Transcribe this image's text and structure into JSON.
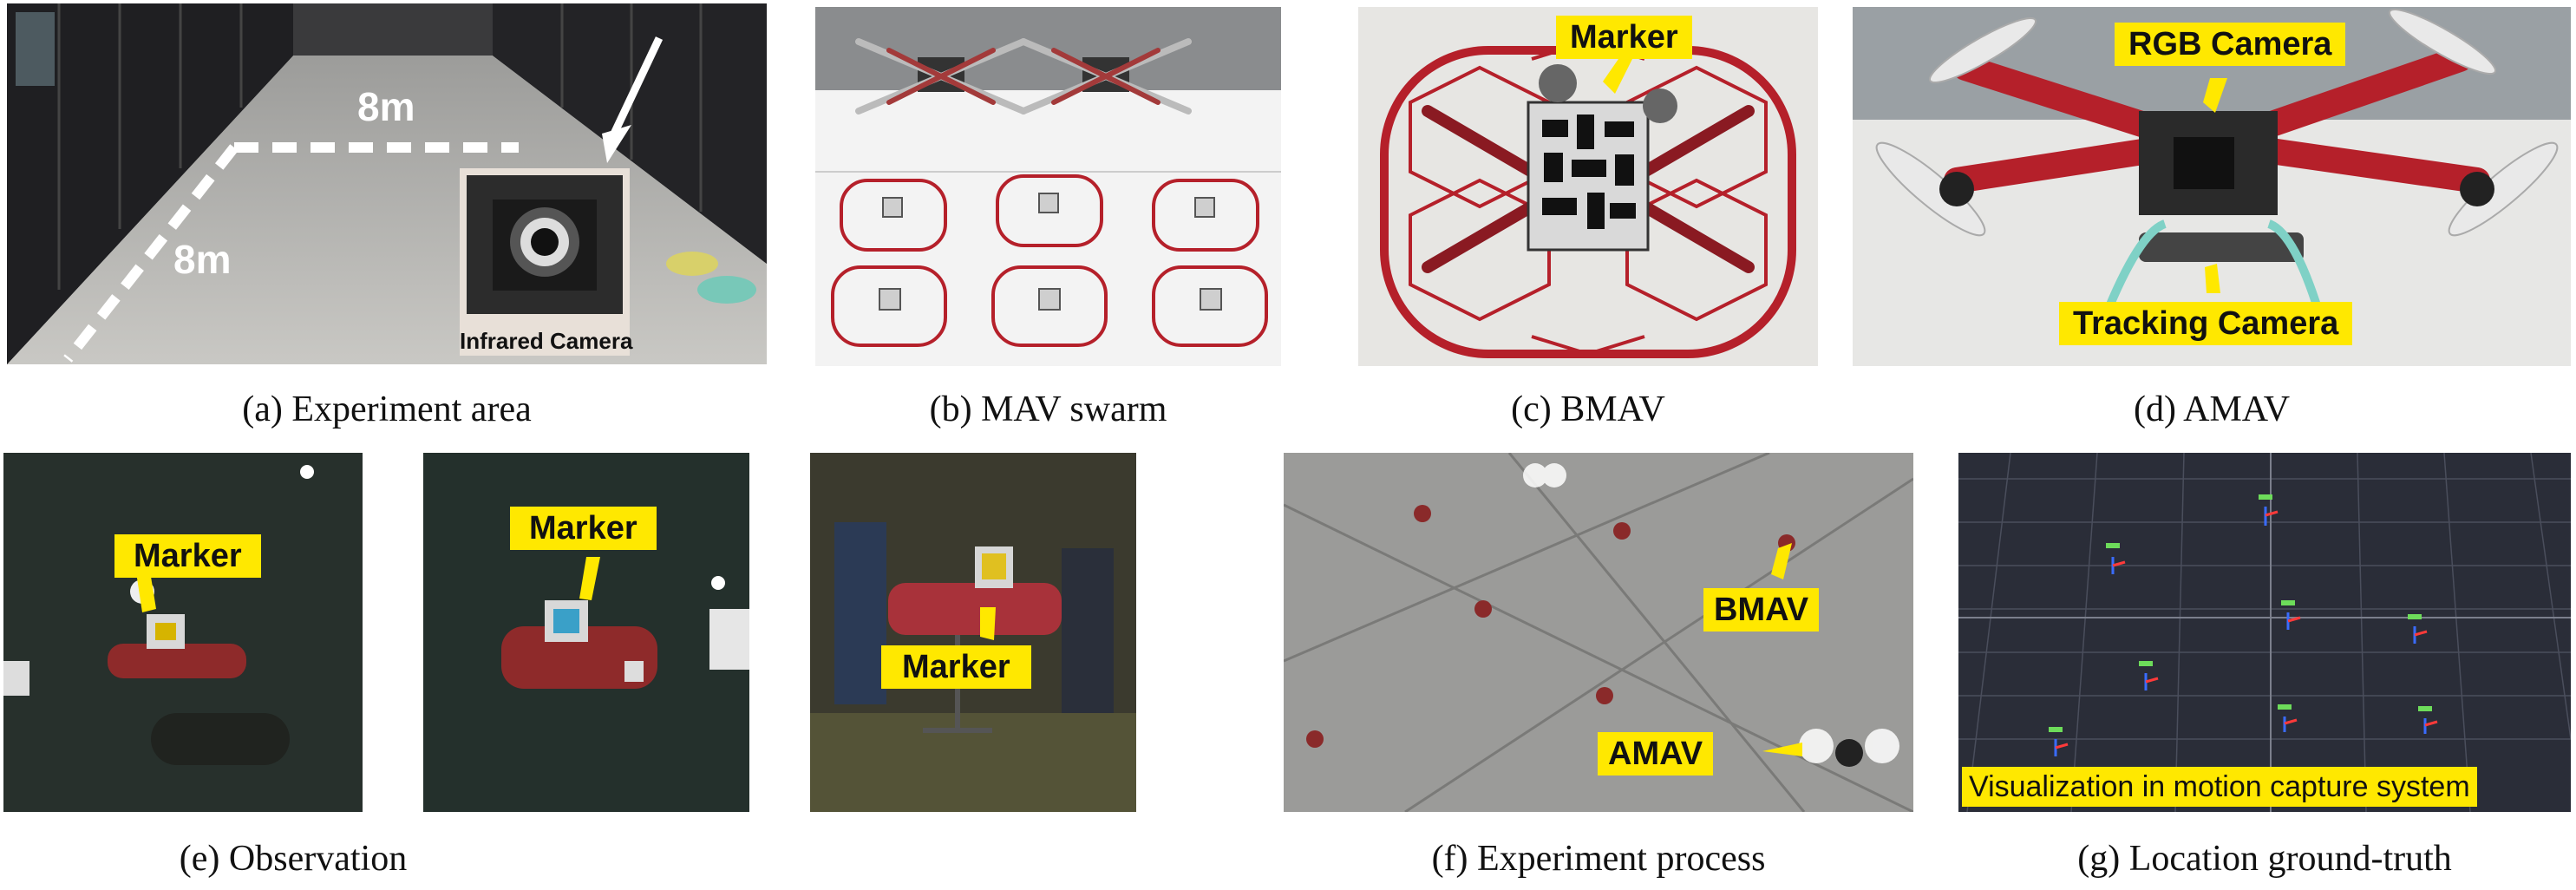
{
  "panels": {
    "a": {
      "caption": "(a) Experiment area",
      "dimension_width": "8m",
      "dimension_depth": "8m",
      "inset_label": "Infrared Camera"
    },
    "b": {
      "caption": "(b) MAV swarm"
    },
    "c": {
      "caption": "(c) BMAV",
      "label_marker": "Marker"
    },
    "d": {
      "caption": "(d) AMAV",
      "label_rgb": "RGB Camera",
      "label_tracking": "Tracking Camera"
    },
    "e": {
      "caption": "(e) Observation",
      "label_marker_1": "Marker",
      "label_marker_2": "Marker",
      "label_marker_3": "Marker"
    },
    "f": {
      "caption": "(f) Experiment process",
      "label_bmav": "BMAV",
      "label_amav": "AMAV"
    },
    "g": {
      "caption": "(g) Location ground-truth",
      "label_visualization": "Visualization in motion capture system"
    }
  },
  "colors": {
    "label_yellow": "#ffe800",
    "arrow_yellow": "#ffe800",
    "frame_red": "#b5202a"
  }
}
